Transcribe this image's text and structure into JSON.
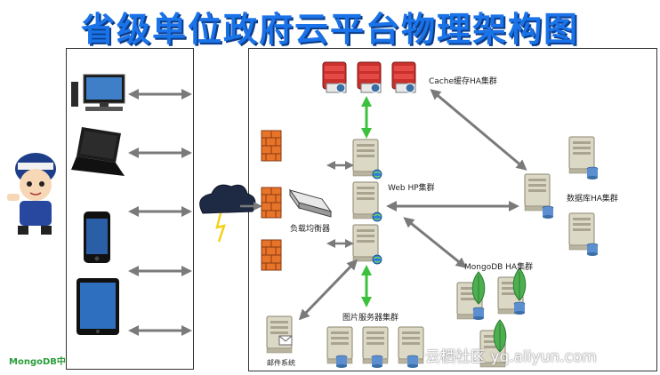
{
  "title": "省级单位政府云平台物理架构图",
  "labels": {
    "cache": "Cache缓存HA集群",
    "web": "Web HP集群",
    "lb": "负载均衡器",
    "db": "数据库HA集群",
    "mongo": "MongoDB HA集群",
    "image": "图片服务器集群",
    "mail": "邮件系统",
    "mongo_side": "MongoDB中"
  },
  "watermark": "云栖社区 yq.aliyun.com",
  "colors": {
    "title": "#1a73e8",
    "arrow_gray": "#7a7a7a",
    "arrow_green": "#3cc13c",
    "firewall": "#e8742a",
    "server": "#d9d5c3",
    "mongo_leaf": "#4caf50"
  }
}
